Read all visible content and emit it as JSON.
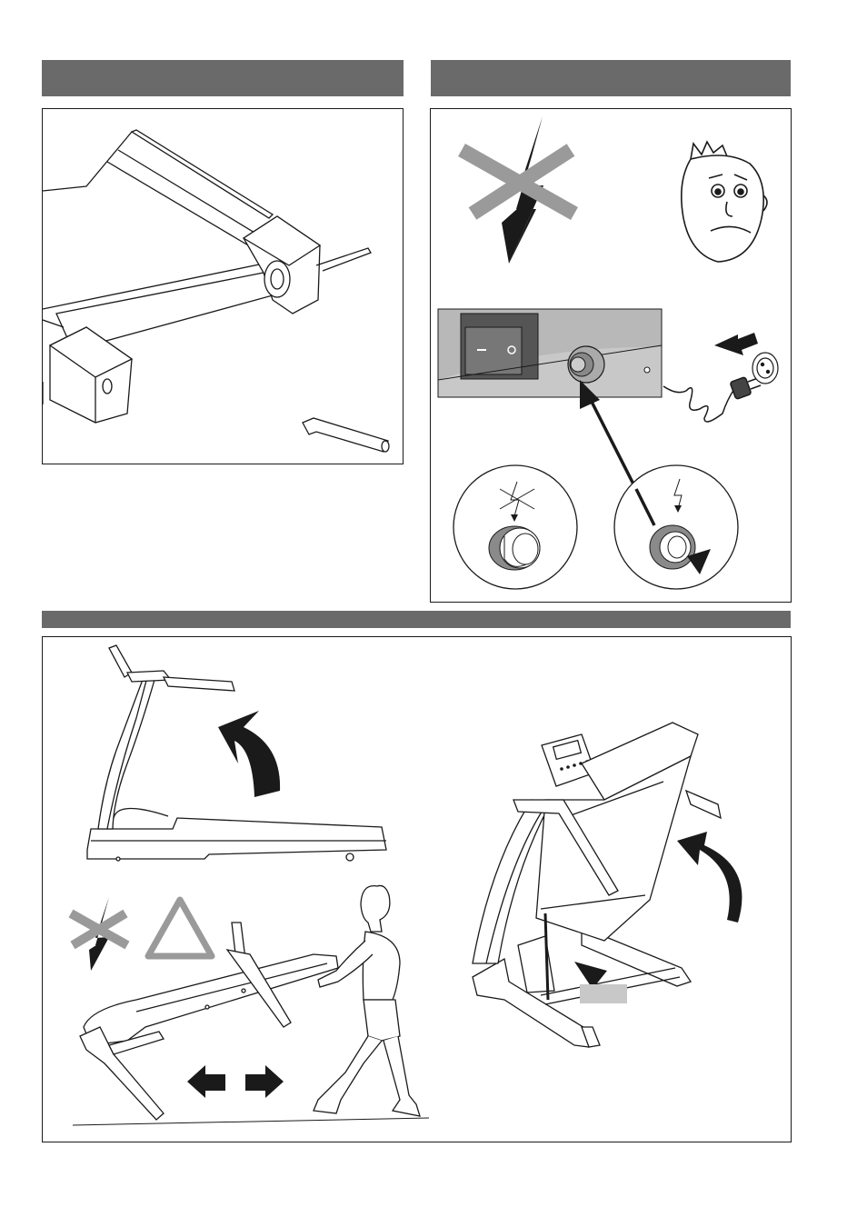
{
  "page": {
    "background": "#ffffff",
    "header_bar_color": "#6a6a6a",
    "line_color": "#1a1a1a",
    "warning_gray": "#9a9a9a"
  },
  "sections": {
    "top_left": {
      "title": "",
      "illustration": "allen-key-belt-adjustment"
    },
    "top_right": {
      "title": "",
      "icons": [
        "no-electricity-icon",
        "worried-face-icon",
        "power-switch-panel",
        "circuit-breaker-button",
        "unplug-arrow-icon",
        "plug-icon"
      ],
      "insets": [
        "breaker-popped-out-icon",
        "breaker-pressed-in-icon"
      ]
    },
    "bottom": {
      "title": "",
      "icons": [
        "lift-arrow-icon",
        "no-electricity-icon",
        "warning-triangle-icon",
        "move-left-arrow",
        "move-right-arrow",
        "fold-up-arrow-icon",
        "down-pointer-icon"
      ]
    }
  }
}
